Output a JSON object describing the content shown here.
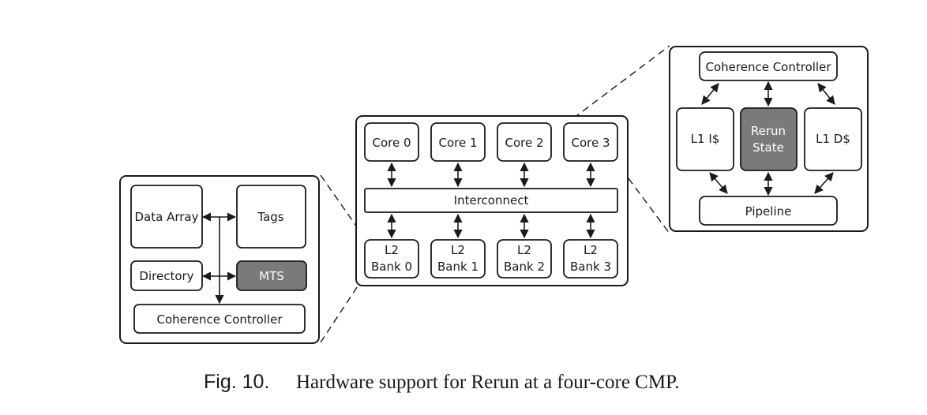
{
  "l2_detail": {
    "data_array": "Data Array",
    "tags": "Tags",
    "directory": "Directory",
    "mts": "MTS",
    "coherence_controller": "Coherence Controller"
  },
  "cmp": {
    "cores": [
      "Core 0",
      "Core 1",
      "Core 2",
      "Core 3"
    ],
    "interconnect": "Interconnect",
    "banks": [
      {
        "line1": "L2",
        "line2": "Bank 0"
      },
      {
        "line1": "L2",
        "line2": "Bank 1"
      },
      {
        "line1": "L2",
        "line2": "Bank 2"
      },
      {
        "line1": "L2",
        "line2": "Bank 3"
      }
    ]
  },
  "core_detail": {
    "coherence_controller": "Coherence Controller",
    "l1i": "L1 I$",
    "rerun_line1": "Rerun",
    "rerun_line2": "State",
    "l1d": "L1 D$",
    "pipeline": "Pipeline"
  },
  "caption": {
    "label": "Fig. 10.",
    "text": "Hardware support for Rerun at a four-core CMP."
  },
  "colors": {
    "highlight_box": "#7a7a7a",
    "line": "#1a1a1a"
  }
}
